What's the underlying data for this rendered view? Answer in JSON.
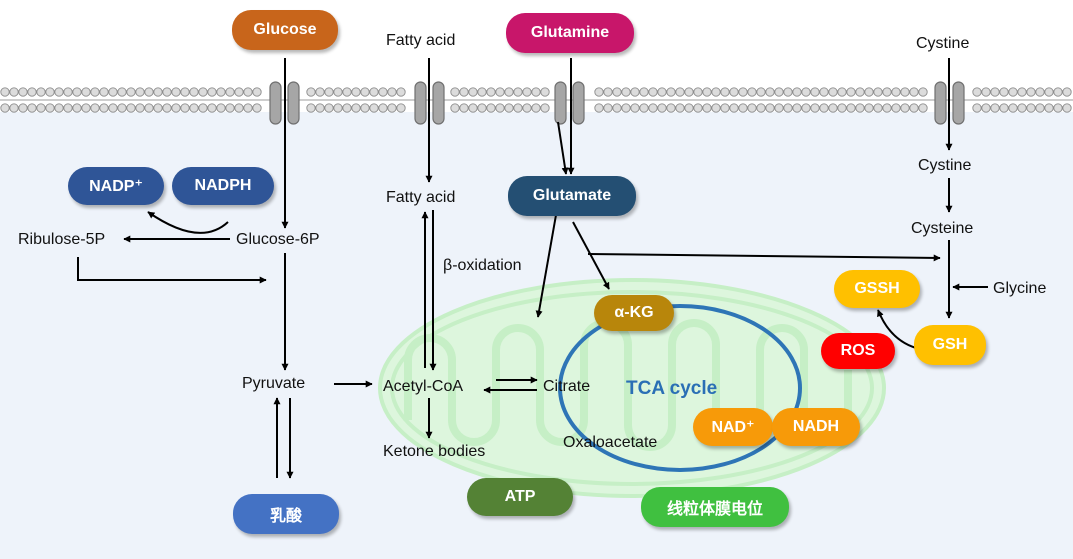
{
  "nodes": {
    "glucose": {
      "label": "Glucose",
      "color": "#c8651b"
    },
    "glutamine": {
      "label": "Glutamine",
      "color": "#c8166a"
    },
    "glutamate": {
      "label": "Glutamate",
      "color": "#244f73"
    },
    "nadp_plus": {
      "label": "NADP⁺",
      "color": "#2f5597"
    },
    "nadph": {
      "label": "NADPH",
      "color": "#2f5597"
    },
    "lactate": {
      "label": "乳酸",
      "color": "#4472c4"
    },
    "alpha_kg": {
      "label": "α-KG",
      "color": "#b8860b"
    },
    "gssh": {
      "label": "GSSH",
      "color": "#ffc000"
    },
    "gsh": {
      "label": "GSH",
      "color": "#ffc000"
    },
    "ros": {
      "label": "ROS",
      "color": "#ff0000"
    },
    "nad_plus": {
      "label": "NAD⁺",
      "color": "#f79a09"
    },
    "nadh": {
      "label": "NADH",
      "color": "#f79a09"
    },
    "atp": {
      "label": "ATP",
      "color": "#548235"
    },
    "mito_potential": {
      "label": "线粒体膜电位",
      "color": "#40c040"
    }
  },
  "labels": {
    "fatty_acid_out": "Fatty acid",
    "cystine_out": "Cystine",
    "fatty_acid_in": "Fatty acid",
    "cystine_in": "Cystine",
    "cysteine": "Cysteine",
    "glycine": "Glycine",
    "ribulose_5p": "Ribulose-5P",
    "glucose_6p": "Glucose-6P",
    "beta_oxidation": "β-oxidation",
    "pyruvate": "Pyruvate",
    "acetyl_coa": "Acetyl-CoA",
    "citrate": "Citrate",
    "tca_cycle": "TCA cycle",
    "oxaloacetate": "Oxaloacetate",
    "ketone_bodies": "Ketone bodies"
  },
  "colors": {
    "membrane": "#a8a8a8",
    "cell_interior": "#eef3fa",
    "mitochondrion": "#c6efc6",
    "tca_ring": "#2e75b6",
    "arrow": "#000000"
  }
}
